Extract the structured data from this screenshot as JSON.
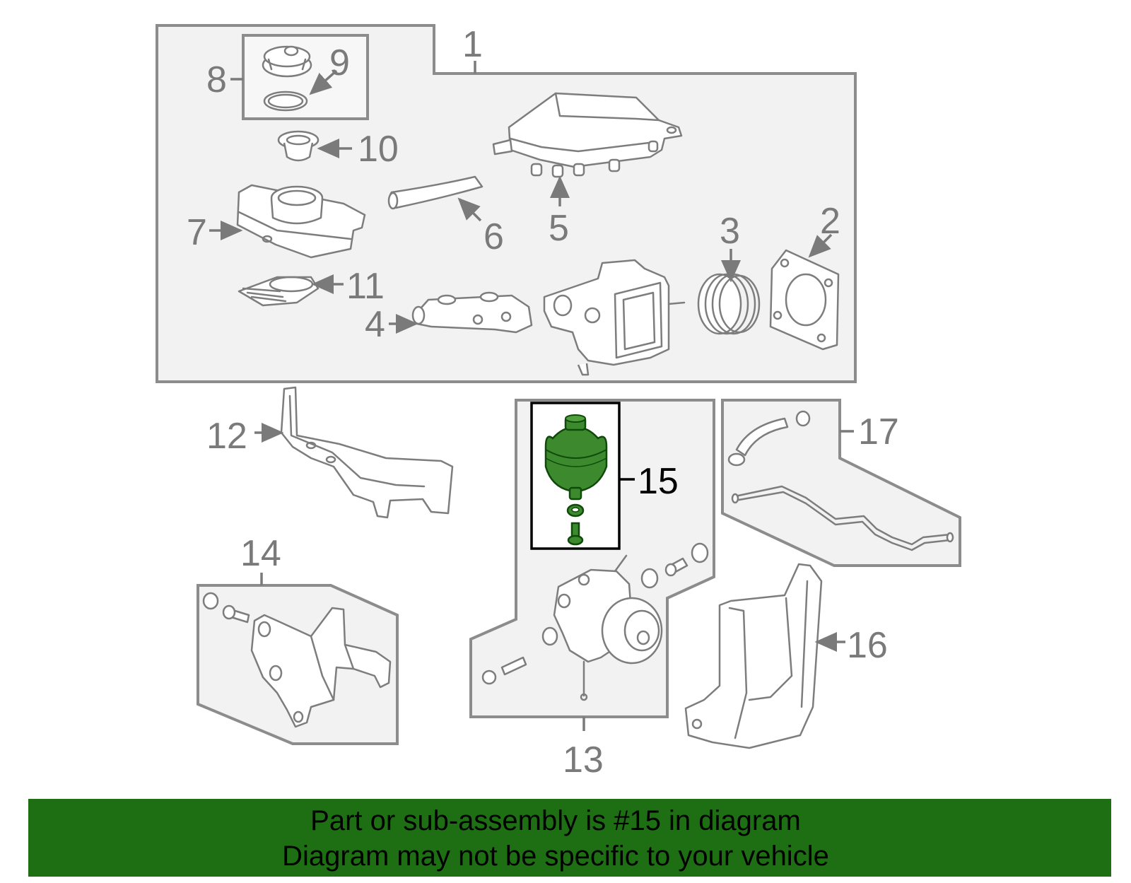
{
  "colors": {
    "highlight": "#1e6f14",
    "highlight_fill": "#3d8a2e",
    "banner": "#1e6f14",
    "line_art": "#7d7d7d",
    "box_fill": "#f2f2f2"
  },
  "callouts": {
    "c1": "1",
    "c2": "2",
    "c3": "3",
    "c4": "4",
    "c5": "5",
    "c6": "6",
    "c7": "7",
    "c8": "8",
    "c9": "9",
    "c10": "10",
    "c11": "11",
    "c12": "12",
    "c13": "13",
    "c14": "14",
    "c15": "15",
    "c16": "16",
    "c17": "17"
  },
  "highlighted_part": "15",
  "footer": {
    "line1": "Part or sub-assembly is #15 in diagram",
    "line2": "Diagram may not be specific to your vehicle"
  }
}
